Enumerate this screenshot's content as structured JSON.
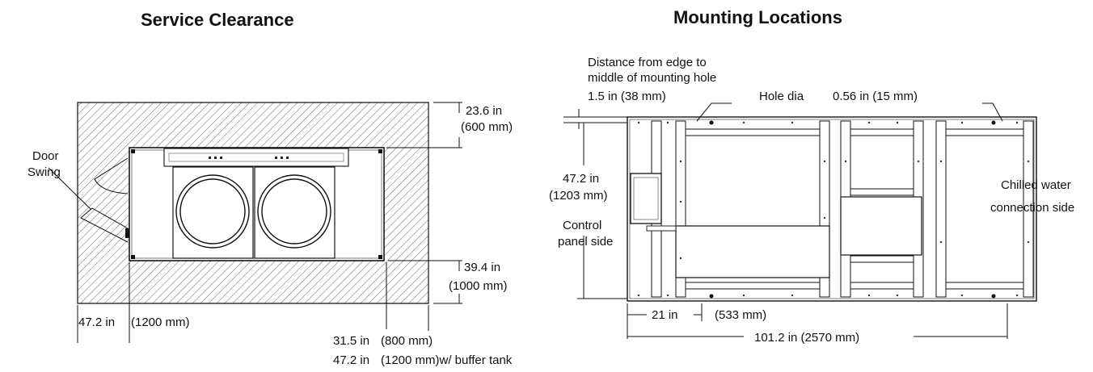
{
  "service_clearance": {
    "title": "Service Clearance",
    "door_swing_line1": "Door",
    "door_swing_line2": "Swing",
    "top_clearance": "23.6 in",
    "top_clearance_mm": "(600 mm)",
    "bottom_clearance": "39.4 in",
    "bottom_clearance_mm": "(1000 mm)",
    "left_clearance": "47.2 in",
    "left_clearance_mm": "(1200 mm)",
    "right_clearance": "31.5 in",
    "right_clearance_mm": "(800 mm)",
    "right_clearance_buffer": "47.2 in",
    "right_clearance_buffer_mm": "(1200 mm)w/ buffer tank"
  },
  "mounting_locations": {
    "title": "Mounting Locations",
    "edge_note_line1": "Distance from edge to",
    "edge_note_line2": "middle of mounting hole",
    "edge_distance": "1.5 in (38 mm)",
    "hole_dia_label": "Hole dia",
    "hole_dia_value": "0.56 in (15 mm)",
    "depth_in": "47.2 in",
    "depth_mm": "(1203 mm)",
    "control_side_line1": "Control",
    "control_side_line2": "panel side",
    "chilled_line1": "Chilled water",
    "chilled_line2": "connection side",
    "offset_in": "21 in",
    "offset_mm": "(533 mm)",
    "length": "101.2 in (2570 mm)"
  }
}
